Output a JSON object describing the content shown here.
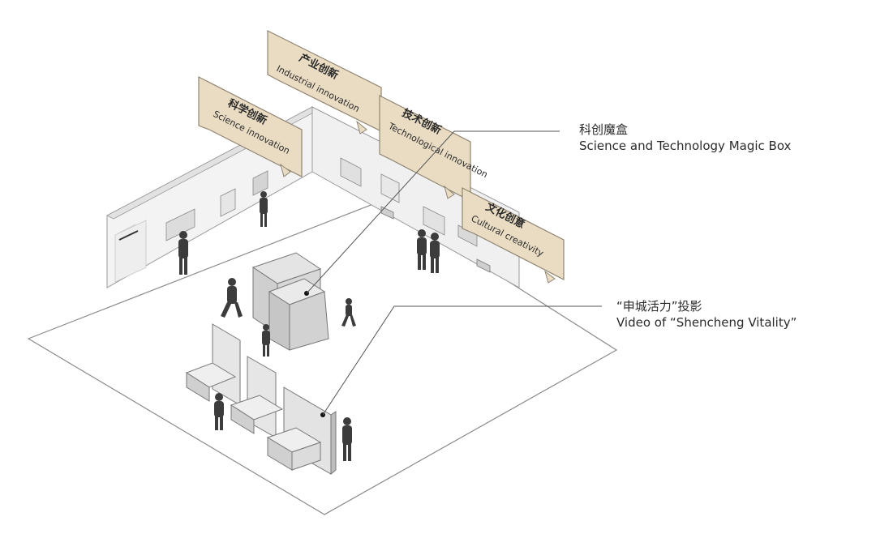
{
  "signs": [
    {
      "zh": "科学创新",
      "en": "Science innovation"
    },
    {
      "zh": "产业创新",
      "en": "Industrial innovation"
    },
    {
      "zh": "技术创新",
      "en": "Technological innovation"
    },
    {
      "zh": "文化创意",
      "en": "Cultural creativity"
    }
  ],
  "callouts": {
    "magic_box": {
      "zh": "科创魔盒",
      "en": "Science and Technology Magic Box"
    },
    "video": {
      "zh": "“申城活力”投影",
      "en": "Video of “Shencheng Vitality”"
    }
  },
  "colors": {
    "sign_fill": "#e9dcc3",
    "sign_stroke": "#8f8572",
    "line": "#555555",
    "floor": "#ffffff",
    "wall": "#f2f2f2",
    "figure": "#3c3c3c"
  }
}
